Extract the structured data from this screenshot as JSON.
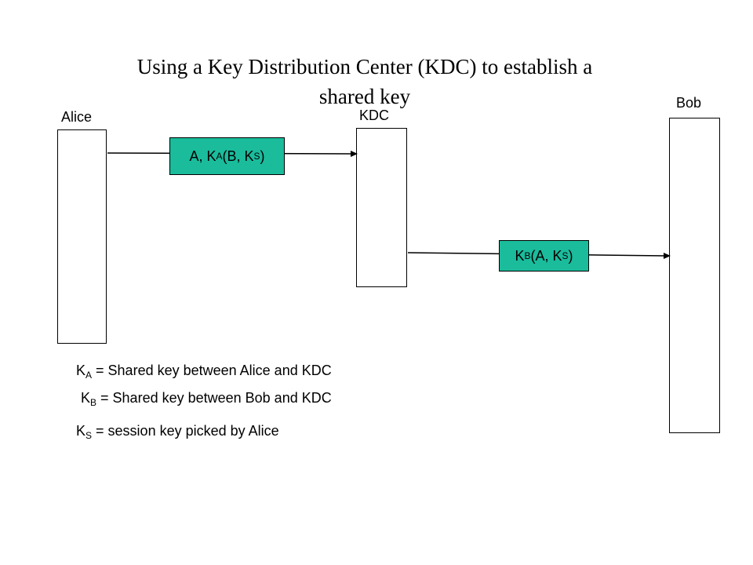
{
  "title": {
    "line1": "Using a Key Distribution Center (KDC) to establish a",
    "line2": "shared key"
  },
  "actors": {
    "alice": "Alice",
    "kdc": "KDC",
    "bob": "Bob"
  },
  "messages": {
    "alice_to_kdc": {
      "p1": "A, K",
      "sub1": "A",
      "p2": "(B, K",
      "sub2": "S",
      "p3": ")"
    },
    "kdc_to_bob": {
      "p1": "K",
      "sub1": "B",
      "p2": "(A, K",
      "sub2": "S",
      "p3": ")"
    }
  },
  "legend": [
    {
      "k": "K",
      "sub": "A",
      "text": " = Shared key between Alice and KDC"
    },
    {
      "k": "K",
      "sub": "B",
      "text": " = Shared key between Bob and KDC"
    },
    {
      "k": "K",
      "sub": "S",
      "text": " = session key picked by Alice"
    }
  ],
  "colors": {
    "message_fill": "#1abc9c",
    "stroke": "#000000",
    "background": "#ffffff"
  }
}
